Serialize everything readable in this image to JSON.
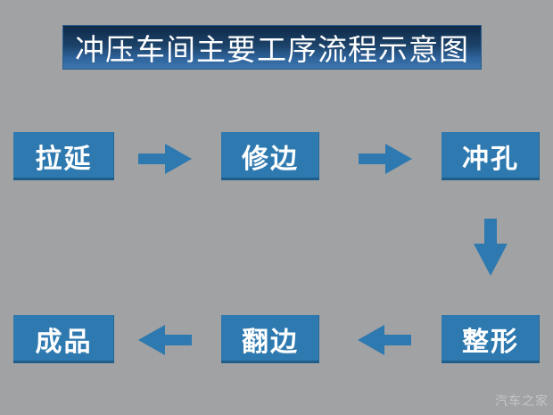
{
  "title": "冲压车间主要工序流程示意图",
  "steps": {
    "drawing": "拉延",
    "trimming": "修边",
    "piercing": "冲孔",
    "restriking": "整形",
    "flanging": "翻边",
    "finished_product": "成品"
  },
  "flow_sequence": [
    "拉延",
    "修边",
    "冲孔",
    "整形",
    "翻边",
    "成品"
  ],
  "watermark": "汽车之家",
  "colors": {
    "background": "#a0a2a4",
    "box_fill": "#2e79af",
    "box_bottom_edge": "#1f5e8a",
    "arrow_fill": "#2e79af",
    "title_gradient_top": "#0e2a48",
    "title_gradient_bottom": "#3d77ae",
    "text": "#ffffff",
    "watermark_text": "#cbcdcd"
  }
}
